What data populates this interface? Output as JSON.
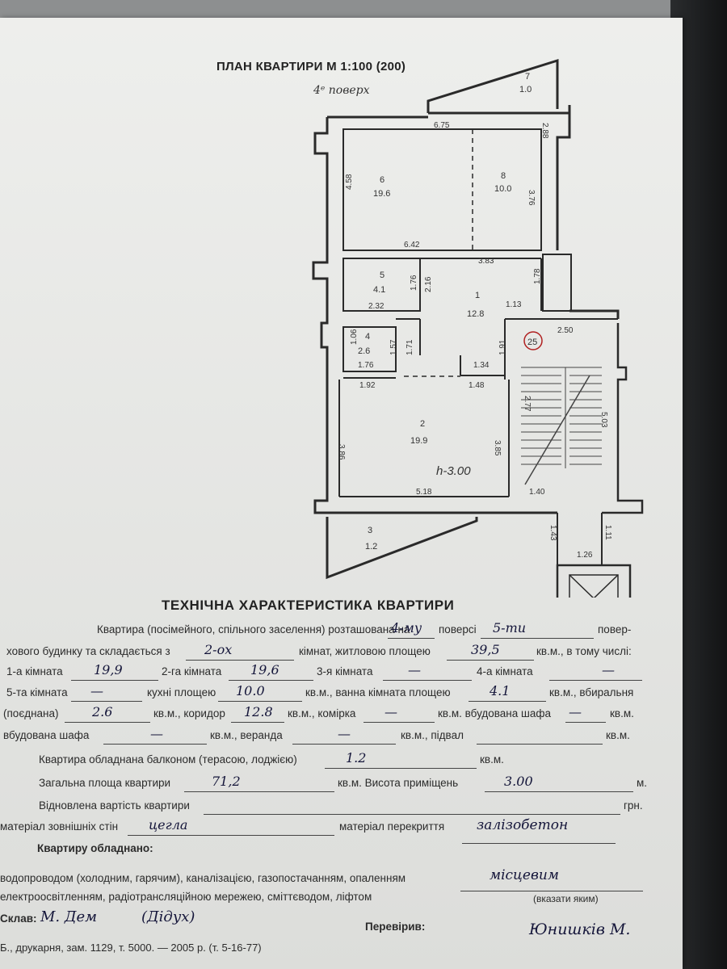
{
  "header": {
    "title": "ПЛАН КВАРТИРИ М 1:100 (200)",
    "floor_note": "4ᵉ поверх"
  },
  "plan": {
    "rooms": [
      {
        "num": "1",
        "area": "12.8"
      },
      {
        "num": "2",
        "area": "19.9"
      },
      {
        "num": "3",
        "area": "1.2"
      },
      {
        "num": "4",
        "area": "2.6"
      },
      {
        "num": "5",
        "area": "4.1"
      },
      {
        "num": "6",
        "area": "19.6"
      },
      {
        "num": "7",
        "area": "1.0"
      },
      {
        "num": "8",
        "area": "10.0"
      }
    ],
    "dimensions": [
      "6.75",
      "4.58",
      "3.76",
      "2.88",
      "6.42",
      "3.83",
      "1.76",
      "2.16",
      "1.78",
      "2.32",
      "1.13",
      "1.06",
      "1.57",
      "1.71",
      "1.76",
      "1.34",
      "1.91",
      "1.92",
      "1.48",
      "2.50",
      "3.86",
      "3.85",
      "5.18",
      "1.40",
      "1.43",
      "1.11",
      "1.26",
      "2.77",
      "5.03"
    ],
    "height_note": "h-3.00",
    "stamp_number": "25"
  },
  "tech": {
    "title": "ТЕХНІЧНА ХАРАКТЕРИСТИКА КВАРТИРИ",
    "r1": {
      "a": "Квартира (посімейного, спільного заселення) розташована на",
      "v1": "4-му",
      "b": "поверсі",
      "v2": "5-ти",
      "c": "повер-"
    },
    "r2": {
      "a": "хового будинку та складається з",
      "v1": "2-ох",
      "b": "кімнат, житловою площею",
      "v2": "39,5",
      "c": "кв.м., в тому числі:"
    },
    "r3": {
      "a": "1-а кімната",
      "v1": "19,9",
      "b": "2-га кімната",
      "v2": "19,6",
      "c": "3-я кімната",
      "v3": "—",
      "d": "4-а кімната",
      "v4": "—"
    },
    "r4": {
      "a": "5-та кімната",
      "v1": "—",
      "b": "кухні площею",
      "v2": "10.0",
      "c": "кв.м., ванна кімната площею",
      "v3": "4.1",
      "d": "кв.м., вбиральня"
    },
    "r5": {
      "a": "(поєднана)",
      "v1": "2.6",
      "b": "кв.м., коридор",
      "v2": "12.8",
      "c": "кв.м., комірка",
      "v3": "—",
      "d": "кв.м. вбудована шафа",
      "v4": "—",
      "e": "кв.м."
    },
    "r6": {
      "a": "вбудована шафа",
      "v1": "—",
      "b": "кв.м., веранда",
      "v2": "—",
      "c": "кв.м., підвал",
      "d": "кв.м."
    },
    "r7": {
      "a": "Квартира обладнана балконом (терасою, лоджією)",
      "v1": "1.2",
      "b": "кв.м."
    },
    "r8": {
      "a": "Загальна площа квартири",
      "v1": "71,2",
      "b": "кв.м. Висота приміщень",
      "v2": "3.00",
      "c": "м."
    },
    "r9": {
      "a": "Відновлена вартість квартири",
      "b": "грн."
    },
    "r10": {
      "a": "матеріал зовнішніх стін",
      "v1": "цегла",
      "b": "матеріал перекриття",
      "v2": "залізобетон"
    },
    "r11": {
      "a": "Квартиру обладнано:"
    },
    "r12": {
      "a": "водопроводом (холодним, гарячим), каналізацією, газопостачанням, опаленням",
      "v1": "місцевим"
    },
    "r13": {
      "a": "електроосвітленням, радіотрансляційною мережею, сміттєводом, ліфтом",
      "note": "(вказати яким)"
    },
    "r14": {
      "a": "Склав:",
      "v1": "М. Дем",
      "v2": "(Дідух)",
      "b": "Перевірив:",
      "v3": "Юнишків М."
    },
    "r15": {
      "a": "Б., друкарня, зам. 1129, т. 5000. — 2005 р. (т. 5-16-77)"
    }
  }
}
